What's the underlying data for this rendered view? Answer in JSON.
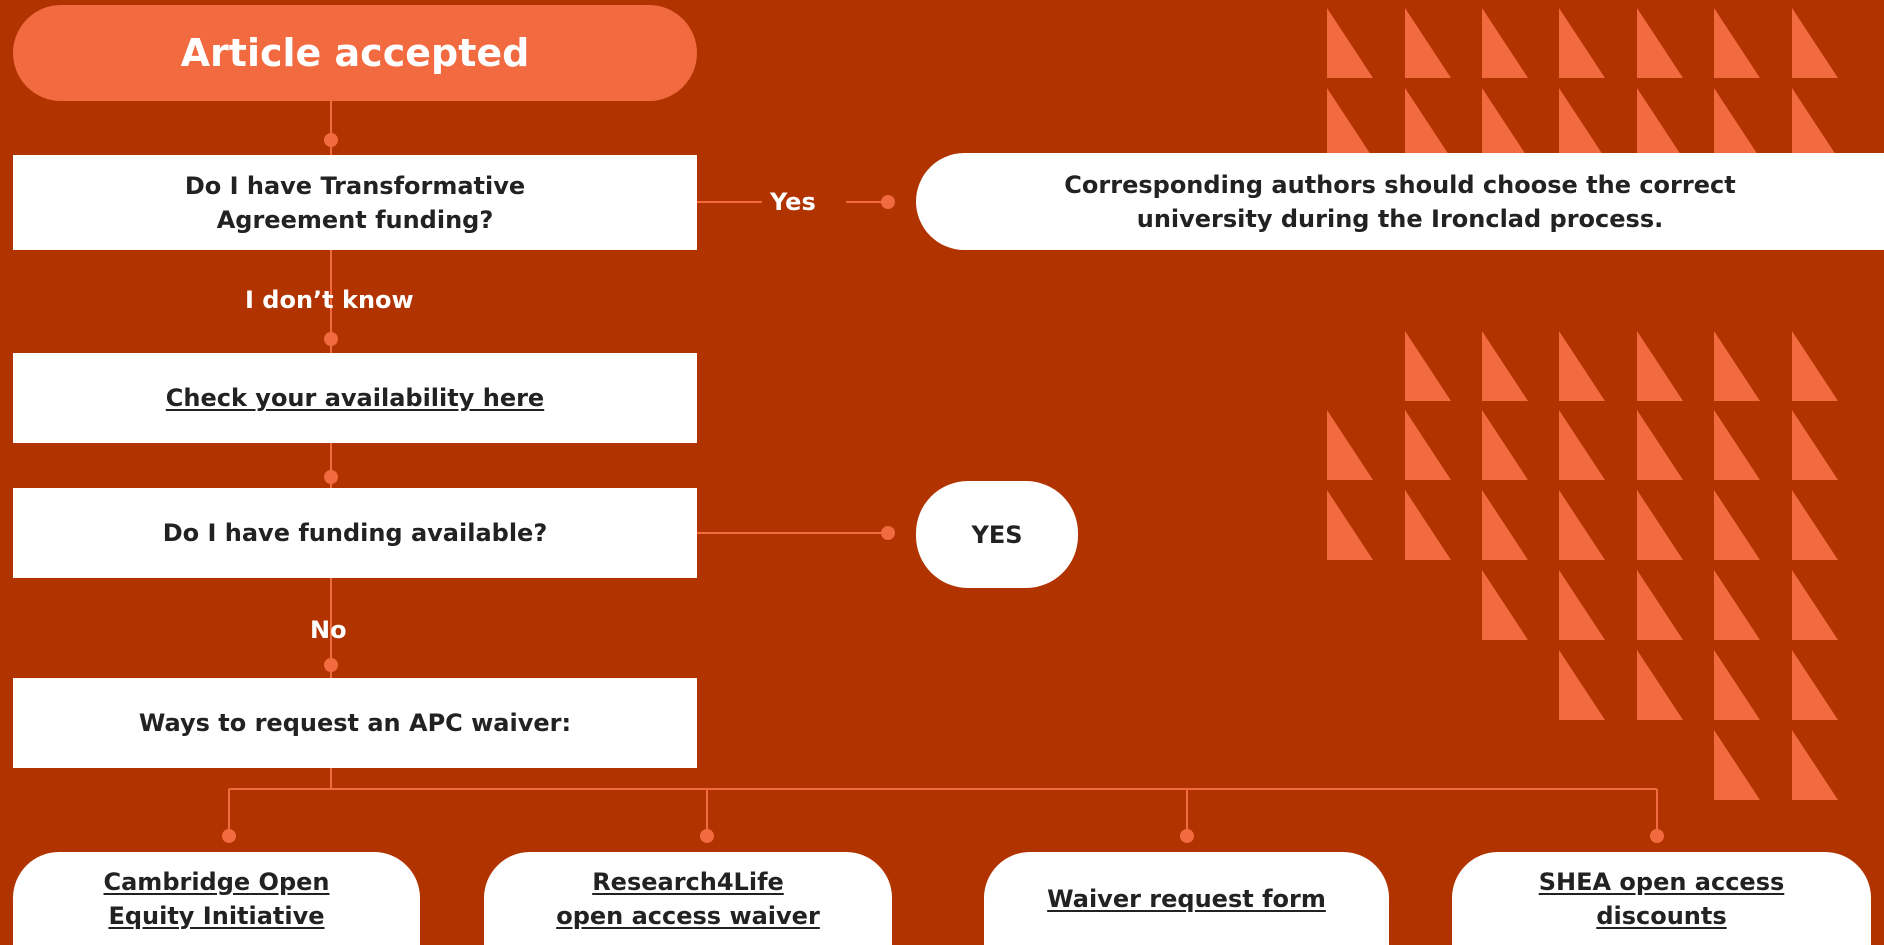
{
  "colors": {
    "background": "#b13300",
    "accent": "#f26a3f",
    "node_fill": "#ffffff",
    "node_text": "#222222"
  },
  "start": {
    "label": "Article accepted"
  },
  "q1": {
    "line1": "Do I have Transformative",
    "line2": "Agreement funding?"
  },
  "yes_label": "Yes",
  "ironclad": {
    "line1": "Corresponding authors should choose the correct",
    "line2": "university during the Ironclad process."
  },
  "dont_know_label": "I don’t know",
  "check": {
    "label": "Check your availability here"
  },
  "q2": {
    "label": "Do I have funding available?"
  },
  "yes_box": {
    "label": "YES"
  },
  "no_label": "No",
  "waiver_heading": {
    "label": "Ways to request an APC waiver:"
  },
  "options": [
    {
      "line1": "Cambridge Open",
      "line2": "Equity Initiative"
    },
    {
      "line1": "Research4Life",
      "line2": "open access waiver"
    },
    {
      "line1": "Waiver request form"
    },
    {
      "line1": "SHEA open access",
      "line2": "discounts"
    }
  ]
}
